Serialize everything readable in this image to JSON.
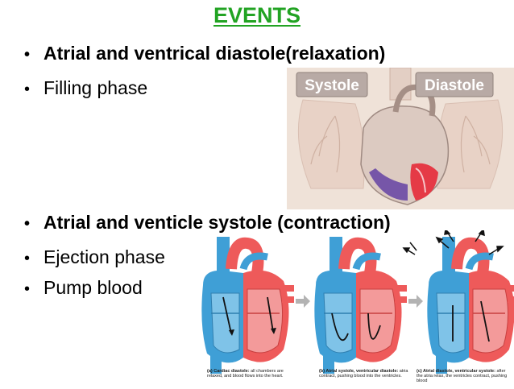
{
  "title": "EVENTS",
  "bullets": {
    "b1": "Atrial and ventrical diastole(relaxation)",
    "b2": "Filling phase",
    "b3": "Atrial and venticle systole (contraction)",
    "b4": "Ejection phase",
    "b5": "Pump blood"
  },
  "photo": {
    "systole_label": "Systole",
    "diastole_label": "Diastole"
  },
  "diagram": {
    "caption_a_title": "(a) Cardiac diastole:",
    "caption_a_text": "all chambers are relaxed, and blood flows into the heart.",
    "caption_b_title": "(b) Atrial systole, ventricular diastole:",
    "caption_b_text": "atria contract, pushing blood into the ventricles.",
    "caption_c_title": "(c) Atrial diastole, ventricular systole:",
    "caption_c_text": "after the atria relax, the ventricles contract, pushing blood"
  },
  "colors": {
    "title": "#22a323",
    "heart_red": "#ee5a5a",
    "heart_blue": "#3f9fd6"
  }
}
